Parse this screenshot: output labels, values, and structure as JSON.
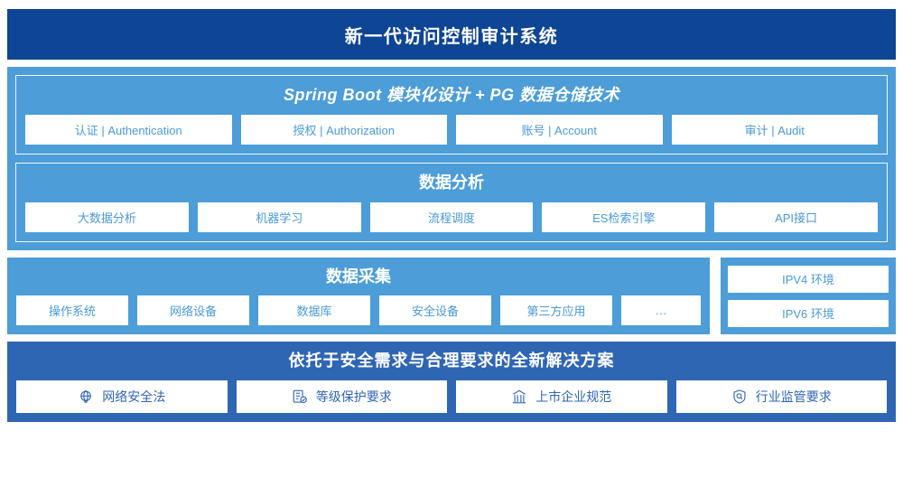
{
  "header": {
    "title": "新一代访问控制审计系统"
  },
  "platform": {
    "groups": [
      {
        "title": "Spring Boot 模块化设计 + PG 数据仓储技术",
        "style": "italic",
        "items": [
          {
            "label": "认证 | Authentication"
          },
          {
            "label": "授权 | Authorization"
          },
          {
            "label": "账号 | Account"
          },
          {
            "label": "审计 | Audit"
          }
        ]
      },
      {
        "title": "数据分析",
        "style": "normal",
        "items": [
          {
            "label": "大数据分析"
          },
          {
            "label": "机器学习"
          },
          {
            "label": "流程调度"
          },
          {
            "label": "ES检索引擎"
          },
          {
            "label": "API接口"
          }
        ]
      }
    ]
  },
  "collect": {
    "title": "数据采集",
    "items": [
      {
        "label": "操作系统"
      },
      {
        "label": "网络设备"
      },
      {
        "label": "数据库"
      },
      {
        "label": "安全设备"
      },
      {
        "label": "第三方应用"
      },
      {
        "label": "…"
      }
    ]
  },
  "environment": {
    "items": [
      {
        "label": "IPV4 环境"
      },
      {
        "label": "IPV6 环境"
      }
    ]
  },
  "solution": {
    "title": "依托于安全需求与合理要求的全新解决方案",
    "items": [
      {
        "label": "网络安全法",
        "icon": "globe-icon"
      },
      {
        "label": "等级保护要求",
        "icon": "document-check-icon"
      },
      {
        "label": "上市企业规范",
        "icon": "bank-building-icon"
      },
      {
        "label": "行业监管要求",
        "icon": "shield-search-icon"
      }
    ]
  },
  "colors": {
    "header_navy": "#0e4594",
    "panel_blue": "#4c9dd8",
    "solution_blue": "#2f66b4",
    "chip_white": "#ffffff",
    "chip_text_blue": "#4a9ad6",
    "solution_text_blue": "#2f66b4"
  }
}
